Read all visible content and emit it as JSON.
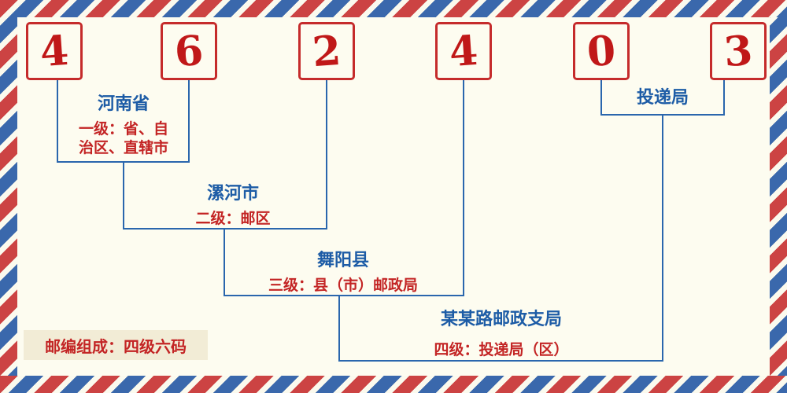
{
  "diagram": {
    "postal_code_digits": [
      "4",
      "6",
      "2",
      "4",
      "0",
      "3"
    ],
    "levels": [
      {
        "name": "河南省",
        "desc": "一级：省、自治区、直辖市"
      },
      {
        "name": "漯河市",
        "desc": "二级：邮区"
      },
      {
        "name": "舞阳县",
        "desc": "三级：县（市）邮政局"
      },
      {
        "name": "某某路邮政支局",
        "desc": "四级：投递局（区）"
      }
    ],
    "delivery_office_label": "投递局",
    "footer_note": "邮编组成：四级六码"
  },
  "colors": {
    "background": "#fdfcf0",
    "digit_red": "#c01818",
    "box_border_red": "#c52b2b",
    "label_blue": "#1d5ca6",
    "desc_red": "#c32424",
    "connector_blue": "#2a66ad",
    "border_stripe_red": "#cc4343",
    "border_stripe_blue": "#3a68ac",
    "badge_background": "#f2ecd6"
  }
}
